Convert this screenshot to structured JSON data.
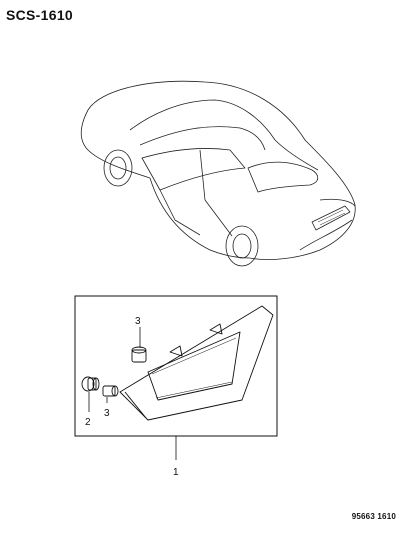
{
  "diagram_code": "SCS-1610",
  "footer_ref": "95663  1610",
  "callouts": {
    "panel": "1",
    "cap": "2",
    "clip": "3",
    "clip_top": "3"
  }
}
